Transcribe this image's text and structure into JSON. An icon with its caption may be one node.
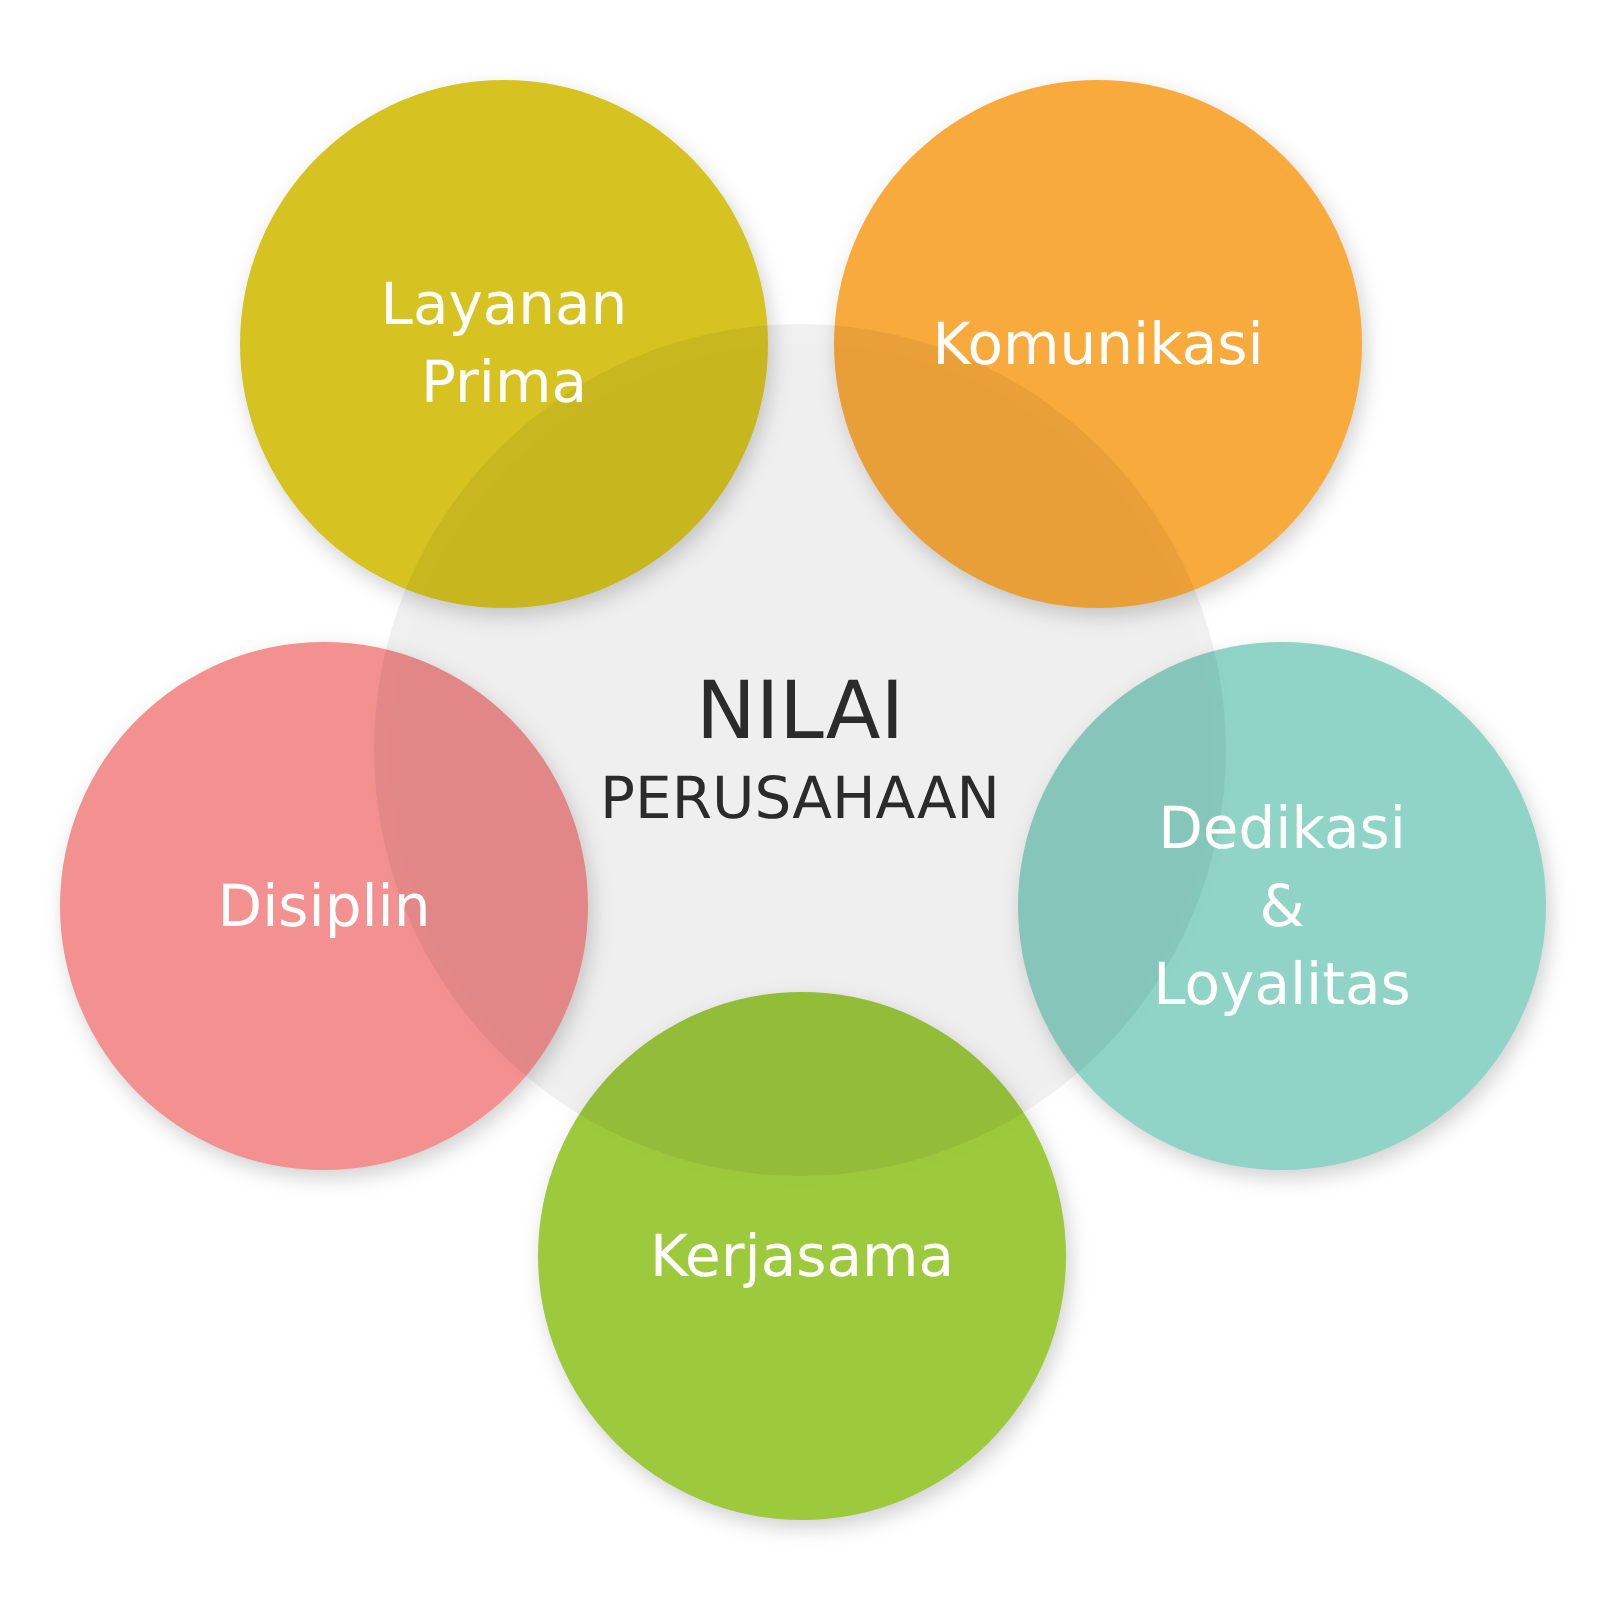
{
  "diagram": {
    "nodes": [
      {
        "text": [
          "NILAI",
          "PERUSAHAAN"
        ]
      },
      {
        "text": [
          "Layanan Prima"
        ]
      },
      {
        "text": [
          "Komunikasi"
        ]
      },
      {
        "text": [
          "Disiplin"
        ]
      },
      {
        "text": [
          "Dedikasi & Loyalitas"
        ]
      },
      {
        "text": [
          "Kerjasama"
        ]
      }
    ]
  }
}
